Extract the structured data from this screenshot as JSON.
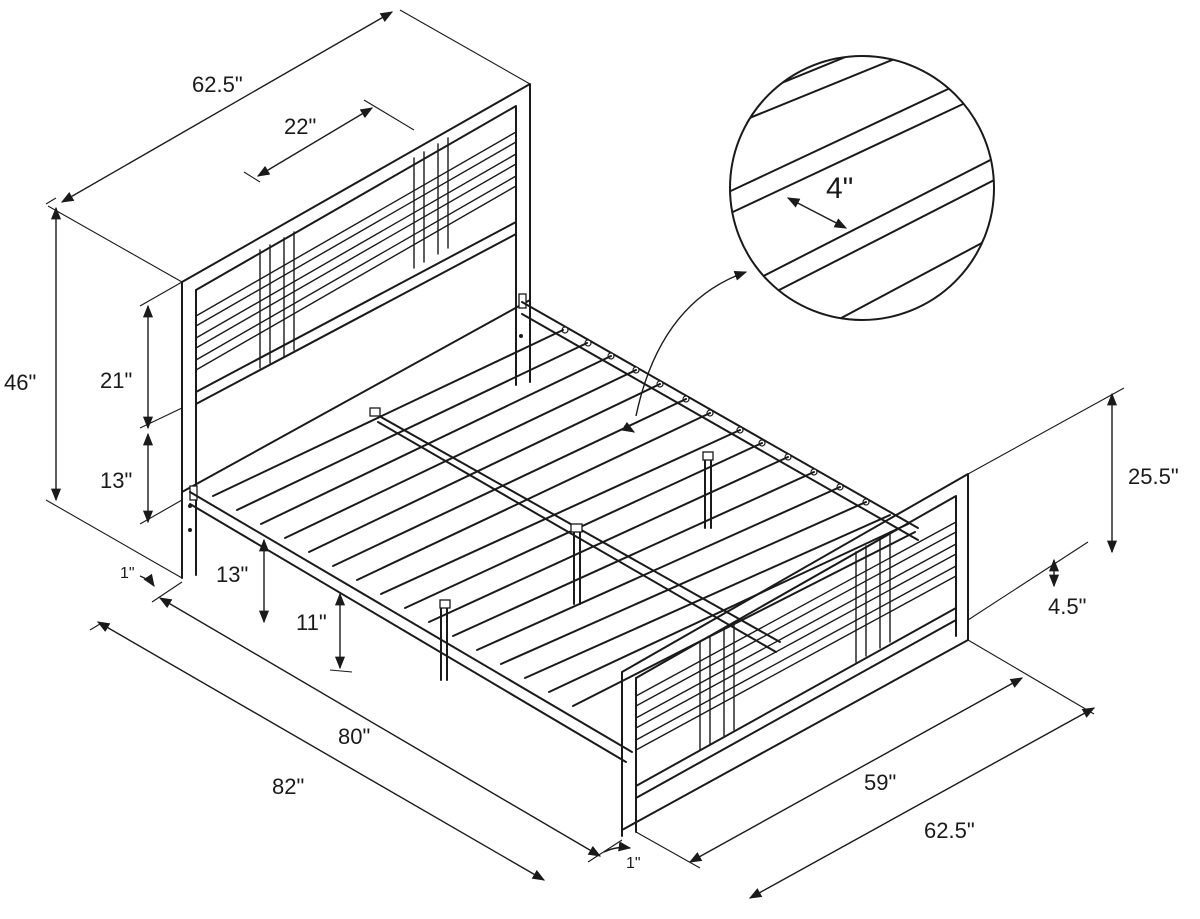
{
  "labels": {
    "headboard_width": "62.5\"",
    "panel_spacing": "22\"",
    "detail_gap": "4\"",
    "headboard_height": "46\"",
    "headboard_panel_height": "21\"",
    "headboard_clearance": "13\"",
    "rail_height": "13\"",
    "underbed_clearance": "11\"",
    "leg_offset_head": "1\"",
    "inner_length": "80\"",
    "overall_length": "82\"",
    "footboard_height": "25.5\"",
    "footboard_gap": "4.5\"",
    "inner_width": "59\"",
    "overall_width": "62.5\"",
    "leg_offset_foot": "1\""
  },
  "colors": {
    "line": "#1a1a1a",
    "background": "#ffffff"
  }
}
